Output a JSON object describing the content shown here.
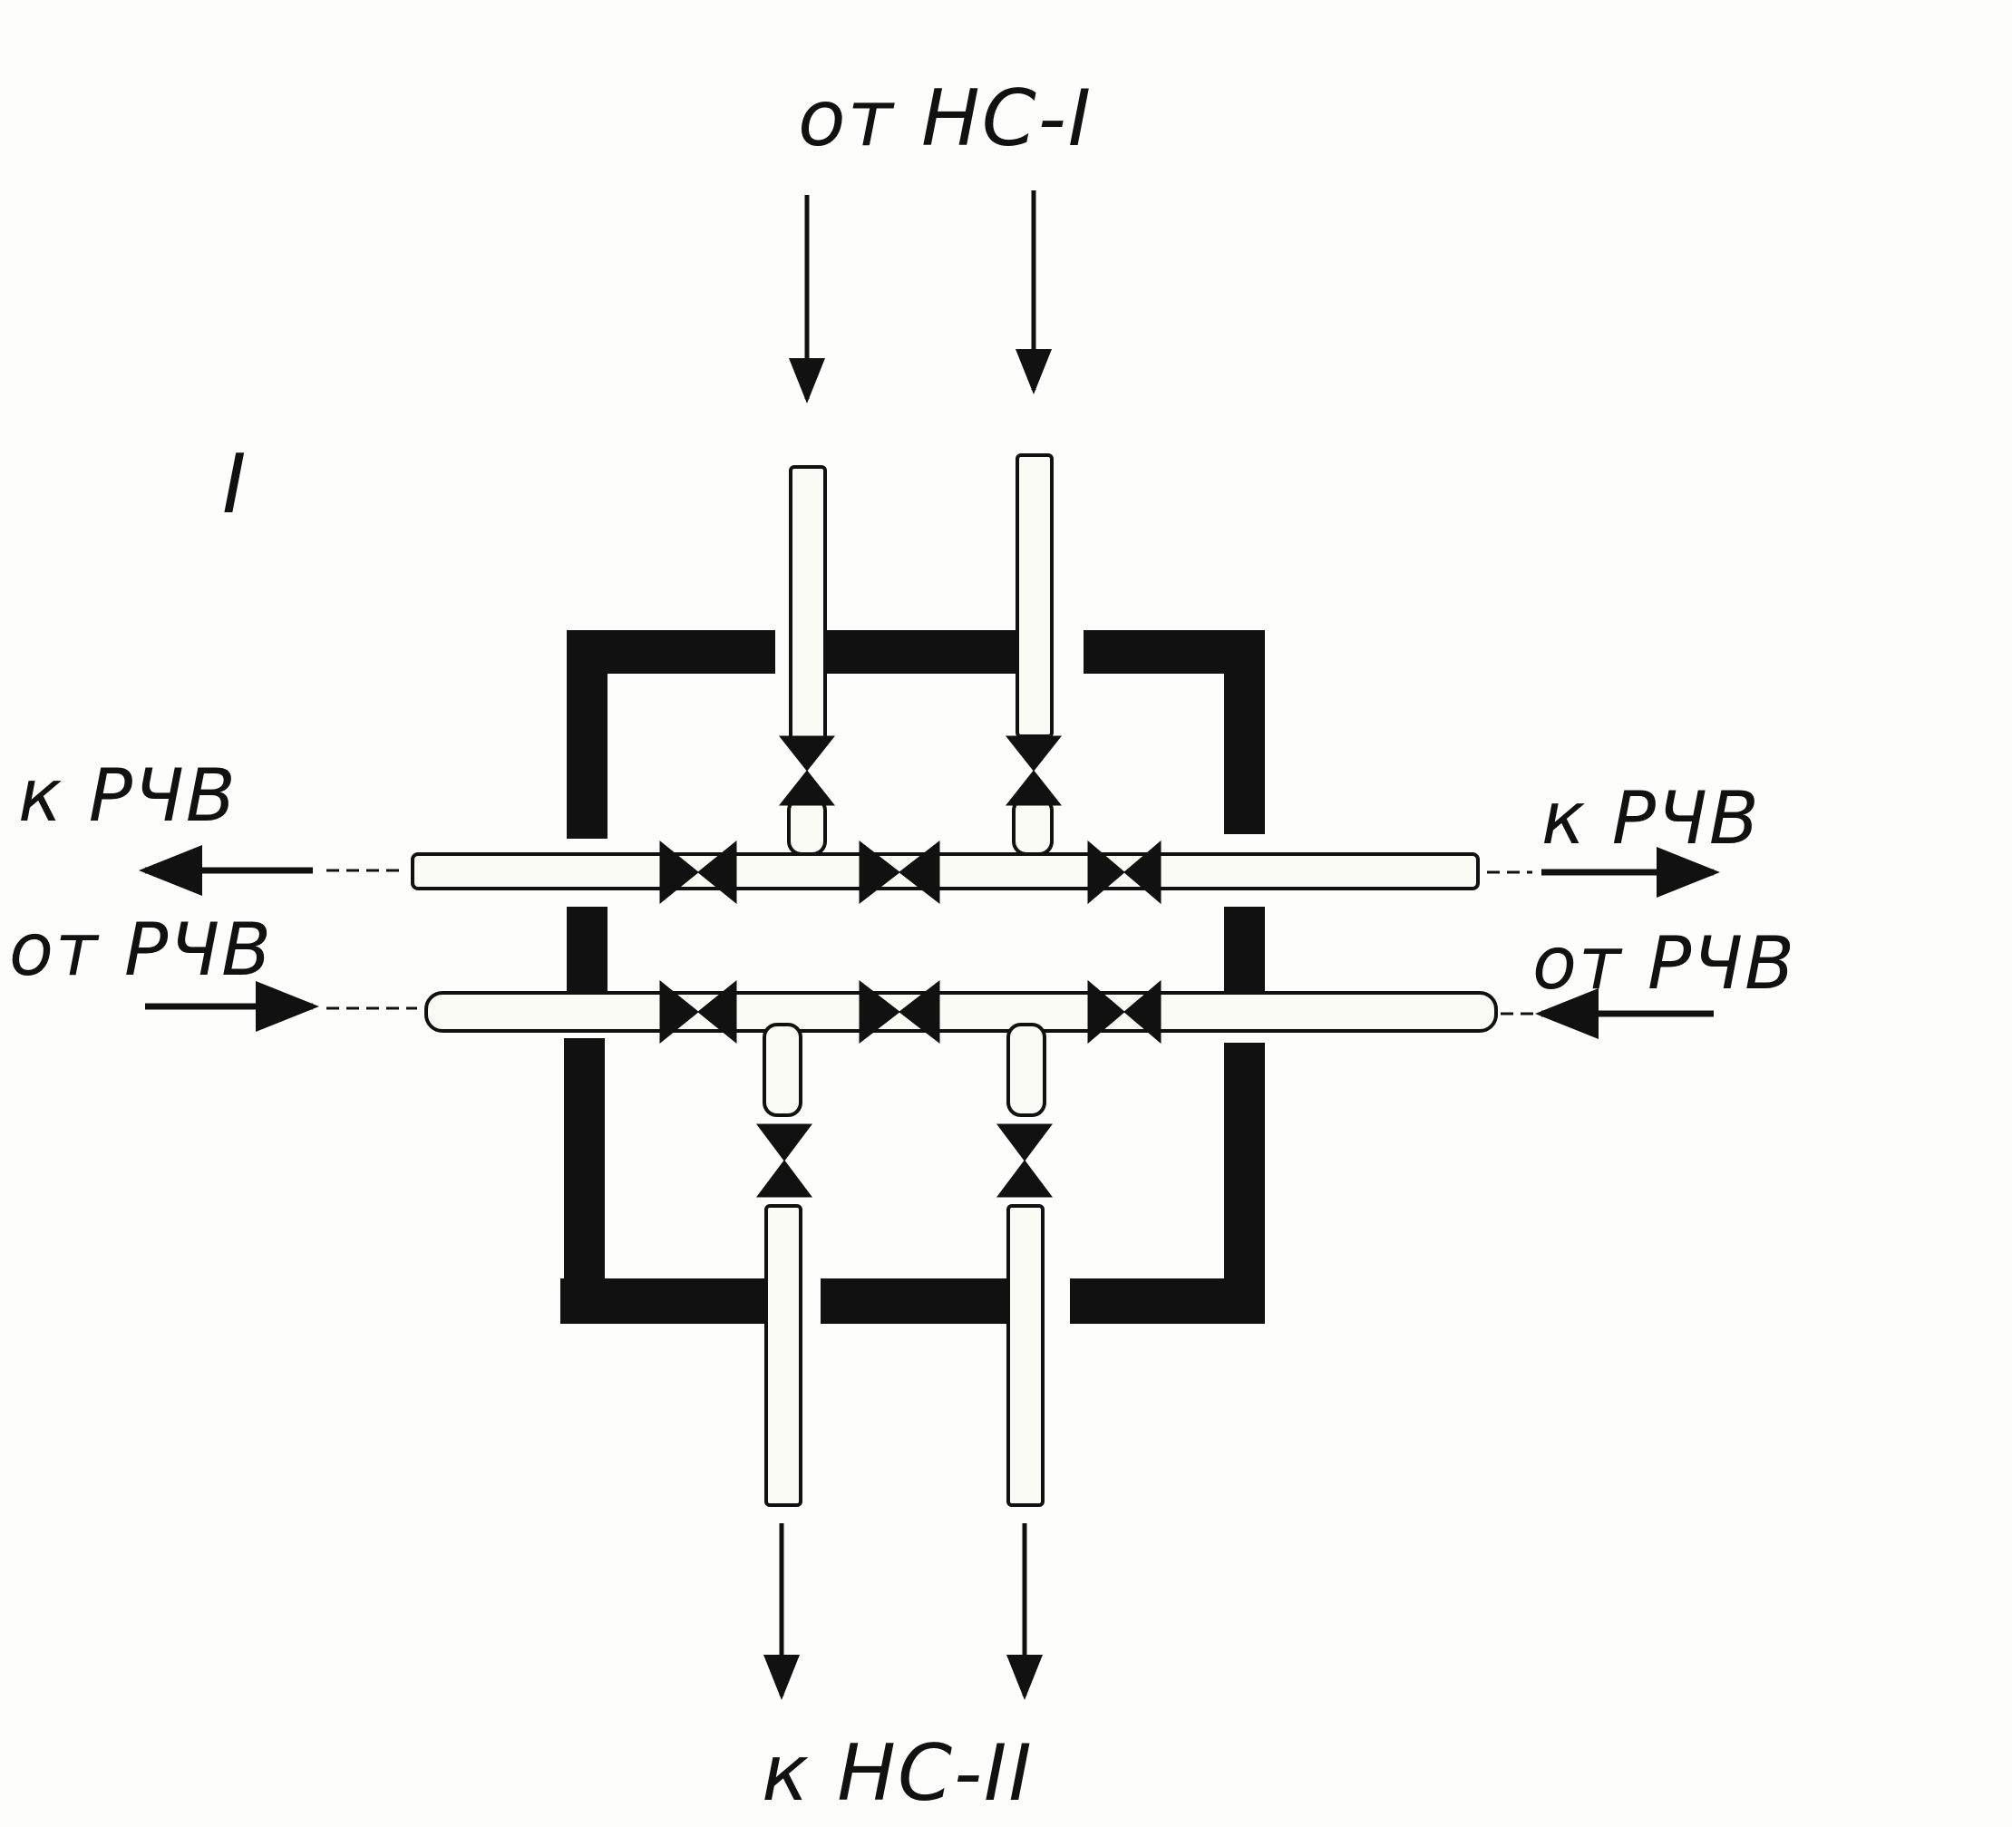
{
  "labels": {
    "top": "от НС-I",
    "bottom": "к НС-II",
    "left_supply": "к РЧВ",
    "left_return": "от РЧВ",
    "right_supply": "к РЧВ",
    "right_return": "от РЧВ",
    "marker": "I"
  },
  "colors": {
    "ink": "#111111",
    "pipe_fill": "#fbfbf6",
    "paper": "#fdfdfb"
  }
}
